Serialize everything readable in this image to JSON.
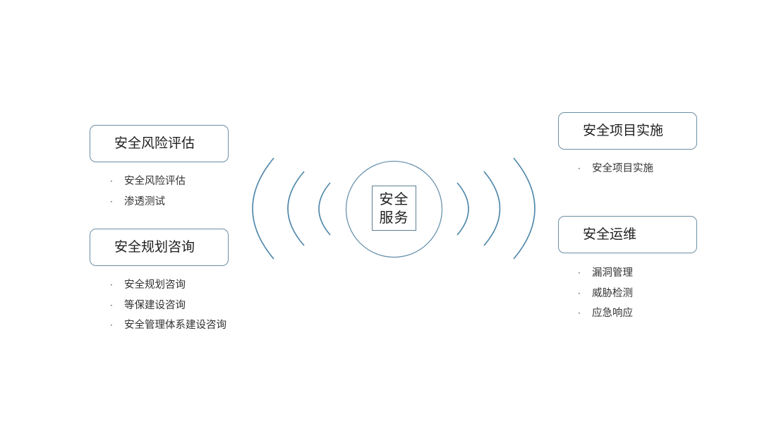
{
  "center": {
    "label_line1": "安全",
    "label_line2": "服务"
  },
  "colors": {
    "arc_stroke": "#4d86a8",
    "box_border": "#6b8ea4",
    "background": "#ffffff"
  },
  "left": [
    {
      "title": "安全风险评估",
      "items": [
        "安全风险评估",
        "渗透测试"
      ]
    },
    {
      "title": "安全规划咨询",
      "items": [
        "安全规划咨询",
        "等保建设咨询",
        "安全管理体系建设咨询"
      ]
    }
  ],
  "right": [
    {
      "title": "安全项目实施",
      "items": [
        "安全项目实施"
      ]
    },
    {
      "title": "安全运维",
      "items": [
        "漏洞管理",
        "威胁检测",
        "应急响应"
      ]
    }
  ],
  "bullet": "·"
}
